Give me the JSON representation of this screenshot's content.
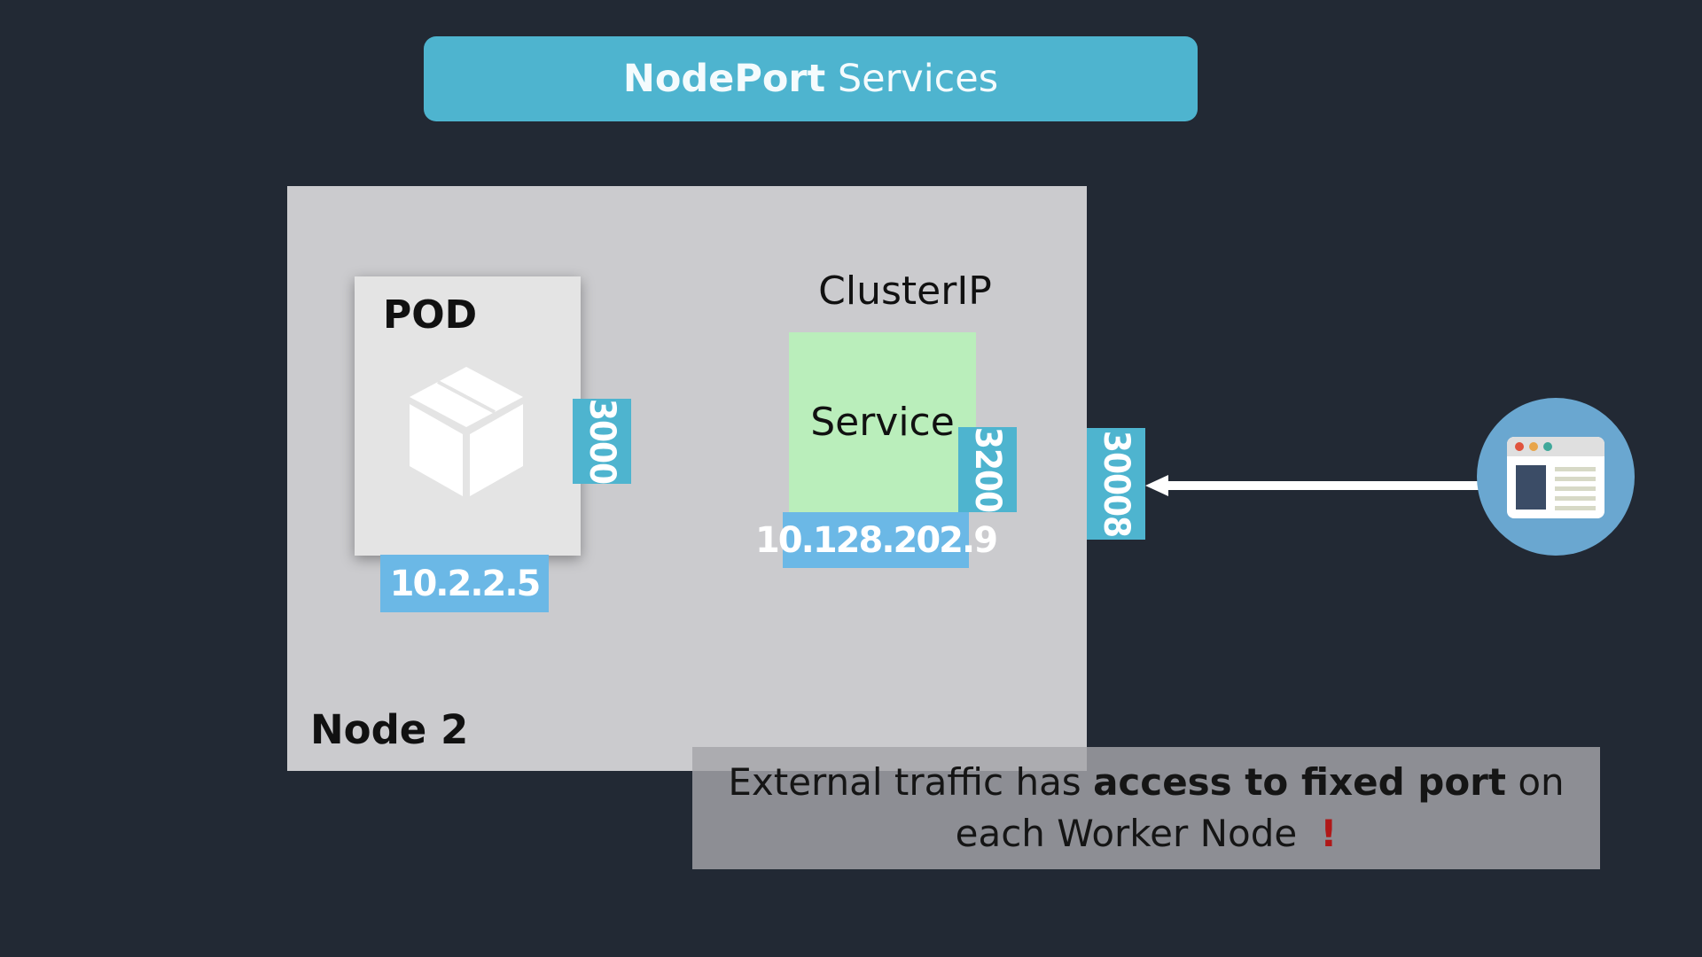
{
  "title": {
    "bold": "NodePort",
    "rest": "Services"
  },
  "node": {
    "label": "Node 2"
  },
  "pod": {
    "label": "POD",
    "port": "3000",
    "ip": "10.2.2.5",
    "icon": "cube-icon"
  },
  "cluster_ip": {
    "label": "ClusterIP",
    "service_label": "Service",
    "port": "3200",
    "ip": "10.128.202.9"
  },
  "node_port": "30008",
  "client": {
    "icon": "browser-window-icon"
  },
  "caption": {
    "line1_pre": "External traffic has",
    "line1_bold": "access to fixed port",
    "line1_post": "on",
    "line2": "each Worker Node",
    "warning": "!"
  },
  "colors": {
    "background": "#222934",
    "accent": "#4eb4cf",
    "ip_tag": "#6bb8e6",
    "node_box": "#cbcbce",
    "service": "#baeebb",
    "warning": "#b01818"
  }
}
